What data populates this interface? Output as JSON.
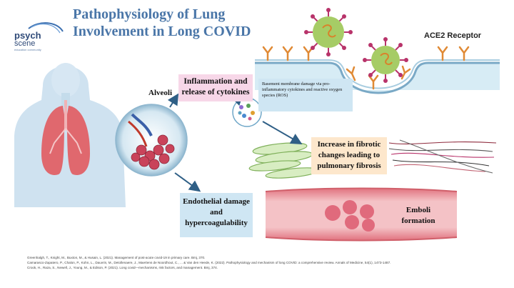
{
  "title": {
    "line1": "Pathophysiology of Lung",
    "line2": "Involvement in Long COVID"
  },
  "logo": {
    "word1": "psych",
    "word2": "scene",
    "word3": "education community"
  },
  "labels": {
    "ace2_receptor": "ACE2 Receptor",
    "alveoli": "Alveoli",
    "inflammation_line1": "Inflammation and",
    "inflammation_line2": "release of cytokines",
    "basement_membrane": "Basement membrane damage via pro-inflammatory cytokines and reactive oxygen species (ROS)",
    "fibrotic_line1": "Increase in fibrotic",
    "fibrotic_line2": "changes leading to",
    "fibrotic_line3": "pulmonary fibrosis",
    "endothelial_line1": "Endothelial damage",
    "endothelial_line2": "and",
    "endothelial_line3": "hypercoagulability",
    "emboli_line1": "Emboli",
    "emboli_line2": "formation"
  },
  "references": [
    "Greenhalgh, T., Knight, M., Buxton, M., & Husain, L. (2021). Management of post-acute covid-19 in primary care. Bmj, 370.",
    "Camarasco-Zapatero, P., Chalon, P., Kohn, L., Dauvrin, M., Detollenaere, J., Maertens de Noordhout, C., ... & Van den Heede, K. (2022). Pathophysiology and mechanism of long COVID: a comprehensive review. Annals of Medicine, 54(1), 1473-1487.",
    "Crook, H., Raza, S., Newell, J., Young, M., & Edison, P. (2021). Long covid—mechanisms, risk factors, and management. Bmj, 374."
  ],
  "colors": {
    "title": "#4a76a8",
    "inflammation_box": "#f7d7e8",
    "basement_box": "#cfe6f3",
    "fibrotic_box": "#fde7cc",
    "endothelial_box": "#cfe6f3",
    "arrow": "#2f5f86",
    "virus": "#a6cc66",
    "spike": "#b8336a",
    "receptor": "#e08a35",
    "membrane": "#cfe7f2",
    "vessel": "#e8a0a8"
  },
  "icons": [
    "lung-body-icon",
    "alveoli-icon",
    "virus-icon",
    "ace2-receptor-icon",
    "cytokine-cell-icon",
    "fibrosis-fibers-icon",
    "fibroblast-icon",
    "blood-vessel-icon",
    "emboli-icon",
    "arrow-icon"
  ]
}
